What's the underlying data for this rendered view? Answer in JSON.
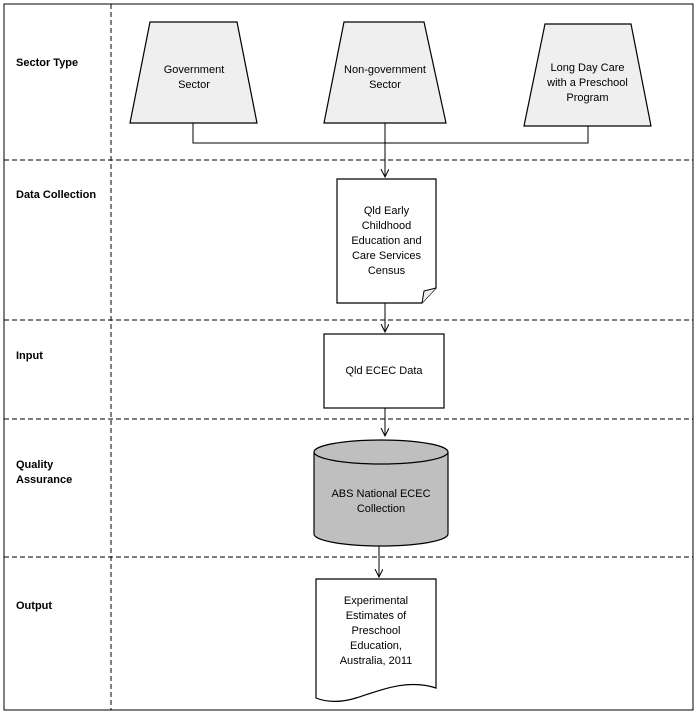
{
  "lanes": [
    {
      "label": "Sector Type"
    },
    {
      "label": "Data Collection"
    },
    {
      "label": "Input"
    },
    {
      "label": "Quality\nAssurance"
    },
    {
      "label": "Output"
    }
  ],
  "nodes": {
    "government_sector": "Government\nSector",
    "non_government_sector": "Non-government\nSector",
    "long_day_care": "Long Day Care\nwith a Preschool\nProgram",
    "census": "Qld Early\nChildhood\nEducation and\nCare Services\nCensus",
    "ecec_data": "Qld ECEC Data",
    "national_collection": "ABS National ECEC\nCollection",
    "output": "Experimental\nEstimates of\nPreschool\nEducation,\nAustralia, 2011"
  },
  "colors": {
    "light_fill": "#efefef",
    "database_fill": "#bfbfbf",
    "stroke": "#000000",
    "divider": "#000000"
  }
}
